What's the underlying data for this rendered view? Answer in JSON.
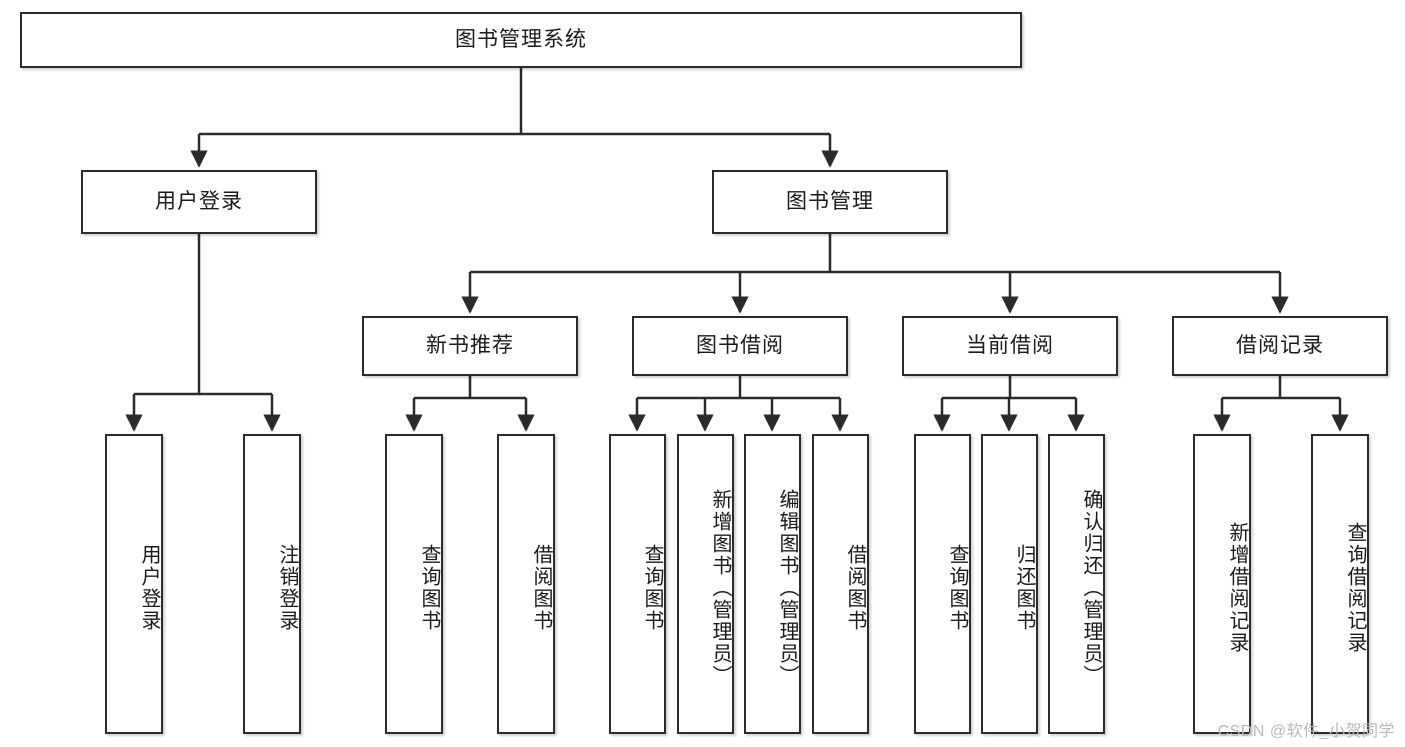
{
  "diagram": {
    "title_node": {
      "id": "root",
      "label": "图书管理系统"
    },
    "level2": [
      {
        "id": "login",
        "label": "用户登录"
      },
      {
        "id": "bookmgmt",
        "label": "图书管理"
      }
    ],
    "level3": [
      {
        "id": "newbook",
        "label": "新书推荐"
      },
      {
        "id": "borrow",
        "label": "图书借阅"
      },
      {
        "id": "current",
        "label": "当前借阅"
      },
      {
        "id": "records",
        "label": "借阅记录"
      }
    ],
    "leaves": {
      "login": [
        {
          "id": "l1",
          "label": "用户登录"
        },
        {
          "id": "l2",
          "label": "注销登录"
        }
      ],
      "newbook": [
        {
          "id": "n1",
          "label": "查询图书"
        },
        {
          "id": "n2",
          "label": "借阅图书"
        }
      ],
      "borrow": [
        {
          "id": "b1",
          "label": "查询图书"
        },
        {
          "id": "b2",
          "label": "新增图书（管理员）"
        },
        {
          "id": "b3",
          "label": "编辑图书（管理员）"
        },
        {
          "id": "b4",
          "label": "借阅图书"
        }
      ],
      "current": [
        {
          "id": "c1",
          "label": "查询图书"
        },
        {
          "id": "c2",
          "label": "归还图书"
        },
        {
          "id": "c3",
          "label": "确认归还（管理员）"
        }
      ],
      "records": [
        {
          "id": "r1",
          "label": "新增借阅记录"
        },
        {
          "id": "r2",
          "label": "查询借阅记录"
        }
      ]
    }
  },
  "watermark": {
    "text": "CSDN @软件_小贺同学"
  },
  "colors": {
    "stroke": "#2b2b2b",
    "fill": "#ffffff",
    "text": "#1a1a1a",
    "watermark": "#b9b9b9"
  }
}
